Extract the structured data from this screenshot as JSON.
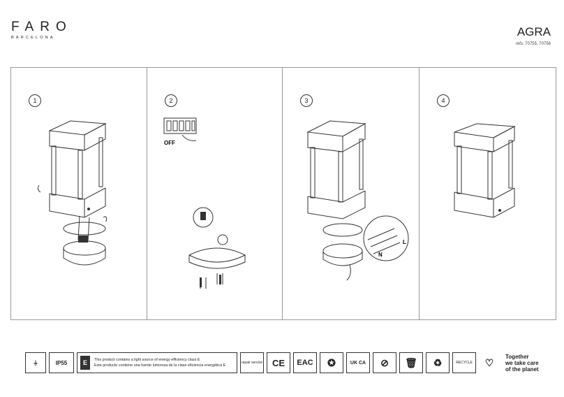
{
  "brand": {
    "name": "FARO",
    "city": "BARCELONA"
  },
  "product": {
    "title": "AGRA",
    "refs": "refs. 70755, 70756"
  },
  "steps": [
    {
      "number": "1"
    },
    {
      "number": "2",
      "switch_label": "OFF"
    },
    {
      "number": "3",
      "wire_labels": [
        "N",
        "L"
      ]
    },
    {
      "number": "4"
    }
  ],
  "footer": {
    "ip_rating": "IP55",
    "energy_class": "E",
    "energy_text_en": "This product contains a light source of energy efficiency class E",
    "energy_text_es": "Este producto contiene una fuente luminosa de la clase eficiencia energética E",
    "repair_service": "repair service",
    "ce": "CE",
    "eac": "EAC",
    "ukca": "UK CA",
    "recycle": "RECYCLE",
    "planet_line1": "Together",
    "planet_line2": "we take care",
    "planet_line3": "of the planet"
  }
}
